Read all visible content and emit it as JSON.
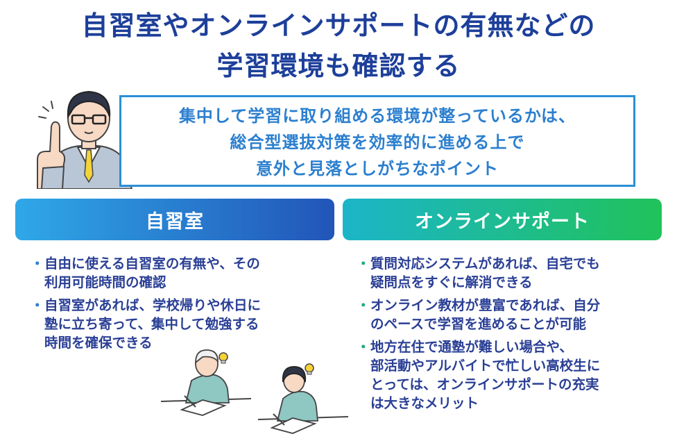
{
  "title": {
    "line1": "自習室やオンラインサポートの有無などの",
    "line2": "学習環境も確認する"
  },
  "callout": {
    "line1": "集中して学習に取り組める環境が整っているかは、",
    "line2": "総合型選抜対策を効率的に進める上で",
    "line3": "意外と見落としがちなポイント"
  },
  "left_section": {
    "heading": "自習室",
    "bullet": "・",
    "items": [
      [
        "自由に使える自習室の有無や、その",
        "利用可能時間の確認"
      ],
      [
        "自習室があれば、学校帰りや休日に",
        "塾に立ち寄って、集中して勉強する",
        "時間を確保できる"
      ]
    ]
  },
  "right_section": {
    "heading": "オンラインサポート",
    "bullet": "・",
    "items": [
      [
        "質問対応システムがあれば、自宅でも",
        "疑問点をすぐに解消できる"
      ],
      [
        "オンライン教材が豊富であれば、自分",
        "のペースで学習を進めることが可能"
      ],
      [
        "地方在住で通塾が難しい場合や、",
        "部活動やアルバイトで忙しい高校生に",
        "とっては、オンラインサポートの充実",
        "は大きなメリット"
      ]
    ]
  },
  "colors": {
    "title": "#1d3f9a",
    "callout_border": "#2b8fd6",
    "callout_text": "#2b7fcf",
    "left_pill_start": "#2fa8e8",
    "left_pill_end": "#2255b8",
    "right_pill_start": "#1cb5c9",
    "right_pill_end": "#20c25a",
    "list_text": "#2a3f95"
  }
}
